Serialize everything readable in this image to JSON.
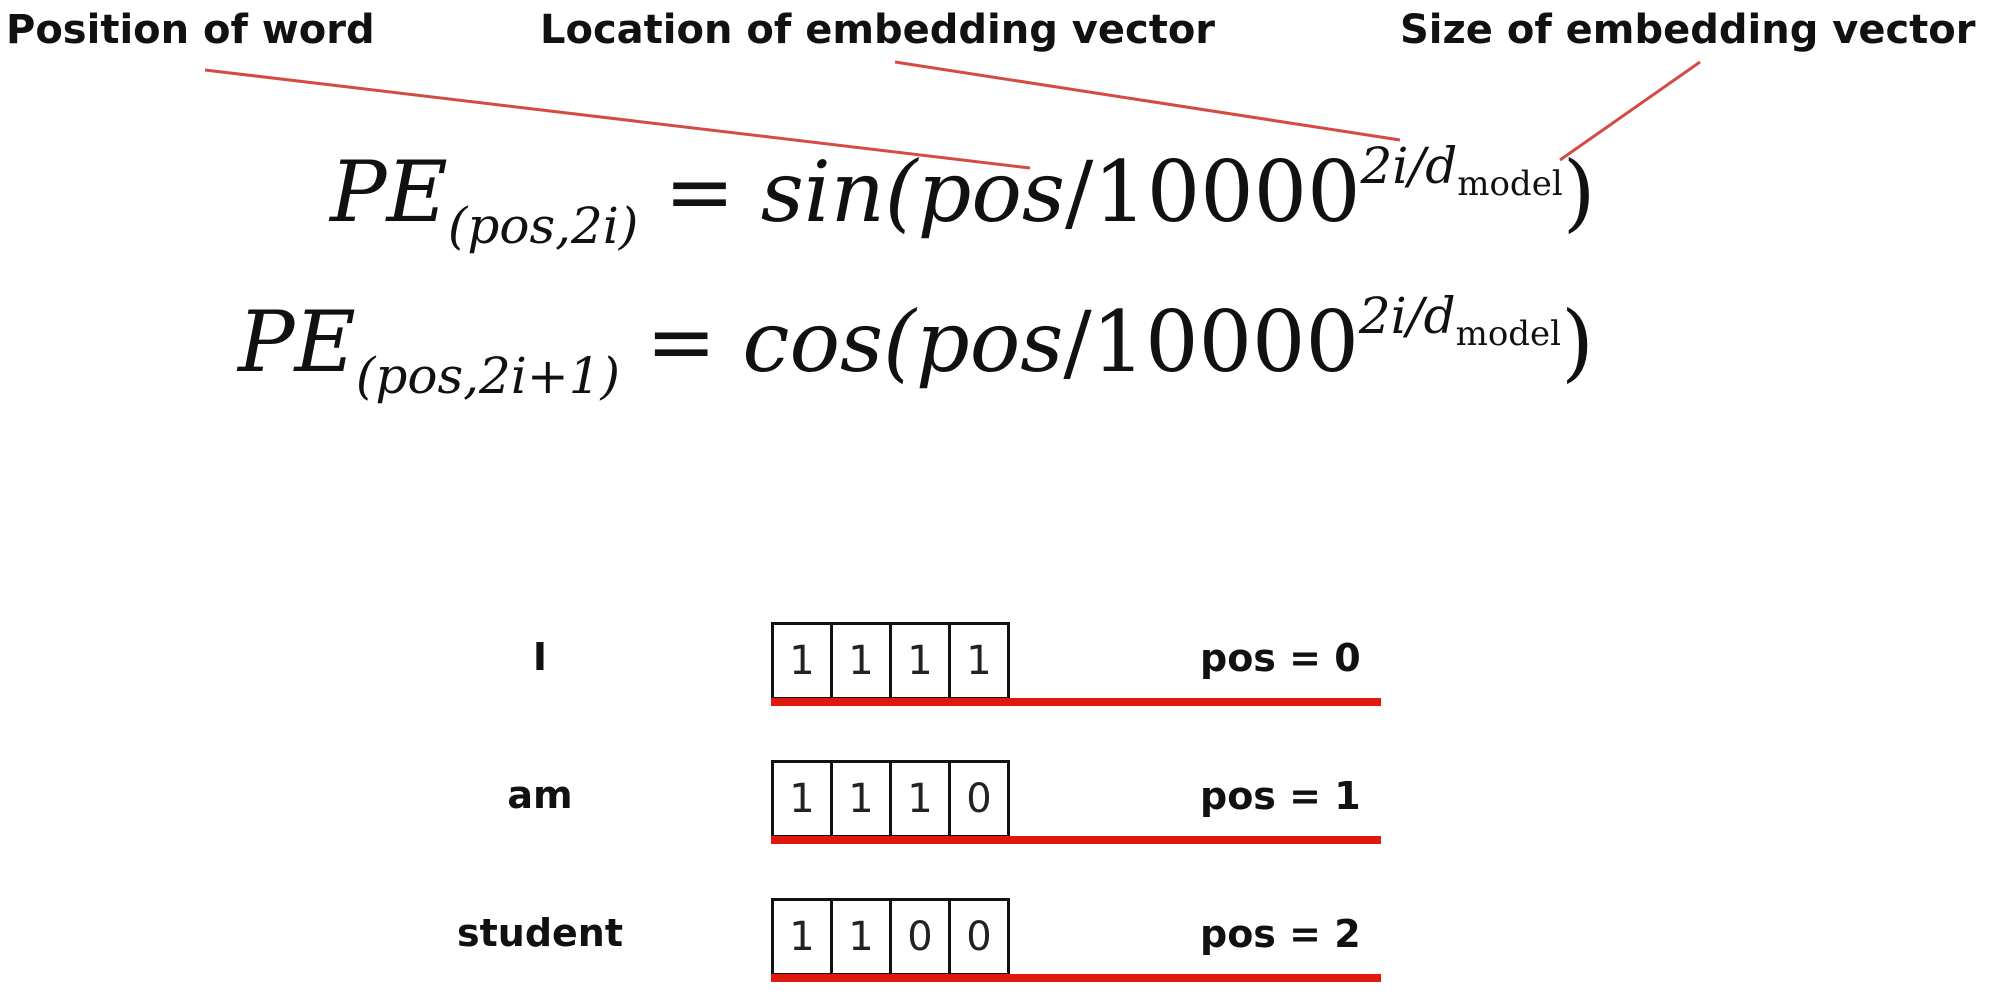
{
  "callouts": {
    "position": "Position of word",
    "location": "Location of embedding vector",
    "size": "Size of embedding vector"
  },
  "colors": {
    "leader_line": "#d44a44",
    "underline": "#e0190f",
    "text": "#111111"
  },
  "formulas": [
    {
      "lhs": "PE",
      "subscript": "(pos,2i)",
      "eq": "=",
      "func": "sin(",
      "arg": "pos",
      "slash": "/",
      "base": "10000",
      "exp_num": "2i/",
      "exp_d": "d",
      "exp_sub": "model",
      "close": ")"
    },
    {
      "lhs": "PE",
      "subscript": "(pos,2i+1)",
      "eq": "=",
      "func": "cos(",
      "arg": "pos",
      "slash": "/",
      "base": "10000",
      "exp_num": "2i/",
      "exp_d": "d",
      "exp_sub": "model",
      "close": ")"
    }
  ],
  "rows": [
    {
      "word": "I",
      "cells": [
        "1",
        "1",
        "1",
        "1"
      ],
      "pos": "pos = 0"
    },
    {
      "word": "am",
      "cells": [
        "1",
        "1",
        "1",
        "0"
      ],
      "pos": "pos = 1"
    },
    {
      "word": "student",
      "cells": [
        "1",
        "1",
        "0",
        "0"
      ],
      "pos": "pos = 2"
    }
  ]
}
